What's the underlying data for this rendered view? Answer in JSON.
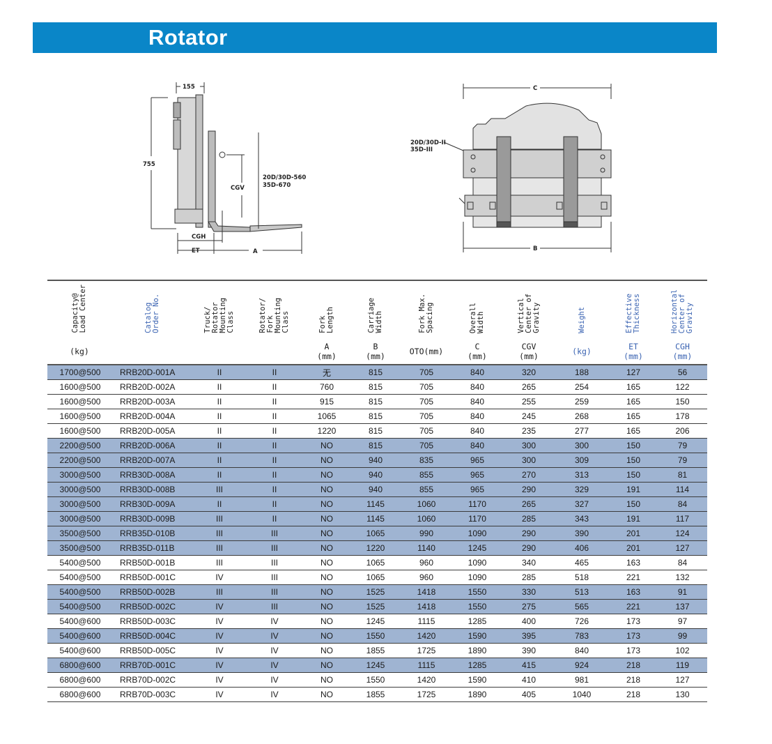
{
  "page": {
    "title": "Rotator"
  },
  "drawing_labels": {
    "side": {
      "width_155": "155",
      "height_755": "755",
      "cgv": "CGV",
      "cgh": "CGH",
      "et": "ET",
      "a": "A",
      "load_line1": "20D/30D-560",
      "load_line2": "35D-670"
    },
    "front": {
      "c": "C",
      "b": "B",
      "class_line1": "20D/30D-II",
      "class_line2": "35D-III"
    }
  },
  "table": {
    "columns": [
      {
        "label": "Capacity@\nLoad Center",
        "unit": "(kg)",
        "blue": false
      },
      {
        "label": "Catalog\nOrder No.",
        "unit": "",
        "blue": true
      },
      {
        "label": "Truck/\nRotator\nMounting\nClass",
        "unit": "",
        "blue": false
      },
      {
        "label": "Rotator/\nFork\nMounting\nClass",
        "unit": "",
        "blue": false
      },
      {
        "label": "Fork\nLength",
        "unit": "A\n(mm)",
        "blue": false
      },
      {
        "label": "Carriage\nWidth",
        "unit": "B\n(mm)",
        "blue": false
      },
      {
        "label": "Fork Max.\nSpacing",
        "unit": "OTO(mm)",
        "blue": false
      },
      {
        "label": "Overall\nWidth",
        "unit": "C\n(mm)",
        "blue": false
      },
      {
        "label": "Vertical\nCenter of\nGravity",
        "unit": "CGV\n(mm)",
        "blue": false
      },
      {
        "label": "Weight",
        "unit": "(kg)",
        "blue": true
      },
      {
        "label": "Effective\nThickness",
        "unit": "ET\n(mm)",
        "blue": true
      },
      {
        "label": "Horizontal\nCenter of\nGravity",
        "unit": "CGH\n(mm)",
        "blue": true
      }
    ],
    "rows": [
      {
        "shaded": true,
        "cells": [
          "1700@500",
          "RRB20D-001A",
          "II",
          "II",
          "无",
          "815",
          "705",
          "840",
          "320",
          "188",
          "127",
          "56"
        ]
      },
      {
        "shaded": false,
        "cells": [
          "1600@500",
          "RRB20D-002A",
          "II",
          "II",
          "760",
          "815",
          "705",
          "840",
          "265",
          "254",
          "165",
          "122"
        ]
      },
      {
        "shaded": false,
        "cells": [
          "1600@500",
          "RRB20D-003A",
          "II",
          "II",
          "915",
          "815",
          "705",
          "840",
          "255",
          "259",
          "165",
          "150"
        ]
      },
      {
        "shaded": false,
        "cells": [
          "1600@500",
          "RRB20D-004A",
          "II",
          "II",
          "1065",
          "815",
          "705",
          "840",
          "245",
          "268",
          "165",
          "178"
        ]
      },
      {
        "shaded": false,
        "cells": [
          "1600@500",
          "RRB20D-005A",
          "II",
          "II",
          "1220",
          "815",
          "705",
          "840",
          "235",
          "277",
          "165",
          "206"
        ]
      },
      {
        "shaded": true,
        "cells": [
          "2200@500",
          "RRB20D-006A",
          "II",
          "II",
          "NO",
          "815",
          "705",
          "840",
          "300",
          "300",
          "150",
          "79"
        ]
      },
      {
        "shaded": true,
        "cells": [
          "2200@500",
          "RRB20D-007A",
          "II",
          "II",
          "NO",
          "940",
          "835",
          "965",
          "300",
          "309",
          "150",
          "79"
        ]
      },
      {
        "shaded": true,
        "cells": [
          "3000@500",
          "RRB30D-008A",
          "II",
          "II",
          "NO",
          "940",
          "855",
          "965",
          "270",
          "313",
          "150",
          "81"
        ]
      },
      {
        "shaded": true,
        "cells": [
          "3000@500",
          "RRB30D-008B",
          "III",
          "II",
          "NO",
          "940",
          "855",
          "965",
          "290",
          "329",
          "191",
          "114"
        ]
      },
      {
        "shaded": true,
        "cells": [
          "3000@500",
          "RRB30D-009A",
          "II",
          "II",
          "NO",
          "1145",
          "1060",
          "1170",
          "265",
          "327",
          "150",
          "84"
        ]
      },
      {
        "shaded": true,
        "cells": [
          "3000@500",
          "RRB30D-009B",
          "III",
          "II",
          "NO",
          "1145",
          "1060",
          "1170",
          "285",
          "343",
          "191",
          "117"
        ]
      },
      {
        "shaded": true,
        "cells": [
          "3500@500",
          "RRB35D-010B",
          "III",
          "III",
          "NO",
          "1065",
          "990",
          "1090",
          "290",
          "390",
          "201",
          "124"
        ]
      },
      {
        "shaded": true,
        "cells": [
          "3500@500",
          "RRB35D-011B",
          "III",
          "III",
          "NO",
          "1220",
          "1140",
          "1245",
          "290",
          "406",
          "201",
          "127"
        ]
      },
      {
        "shaded": false,
        "cells": [
          "5400@500",
          "RRB50D-001B",
          "III",
          "III",
          "NO",
          "1065",
          "960",
          "1090",
          "340",
          "465",
          "163",
          "84"
        ]
      },
      {
        "shaded": false,
        "cells": [
          "5400@500",
          "RRB50D-001C",
          "IV",
          "III",
          "NO",
          "1065",
          "960",
          "1090",
          "285",
          "518",
          "221",
          "132"
        ]
      },
      {
        "shaded": true,
        "cells": [
          "5400@500",
          "RRB50D-002B",
          "III",
          "III",
          "NO",
          "1525",
          "1418",
          "1550",
          "330",
          "513",
          "163",
          "91"
        ]
      },
      {
        "shaded": true,
        "cells": [
          "5400@500",
          "RRB50D-002C",
          "IV",
          "III",
          "NO",
          "1525",
          "1418",
          "1550",
          "275",
          "565",
          "221",
          "137"
        ]
      },
      {
        "shaded": false,
        "cells": [
          "5400@600",
          "RRB50D-003C",
          "IV",
          "IV",
          "NO",
          "1245",
          "1115",
          "1285",
          "400",
          "726",
          "173",
          "97"
        ]
      },
      {
        "shaded": true,
        "cells": [
          "5400@600",
          "RRB50D-004C",
          "IV",
          "IV",
          "NO",
          "1550",
          "1420",
          "1590",
          "395",
          "783",
          "173",
          "99"
        ]
      },
      {
        "shaded": false,
        "cells": [
          "5400@600",
          "RRB50D-005C",
          "IV",
          "IV",
          "NO",
          "1855",
          "1725",
          "1890",
          "390",
          "840",
          "173",
          "102"
        ]
      },
      {
        "shaded": true,
        "cells": [
          "6800@600",
          "RRB70D-001C",
          "IV",
          "IV",
          "NO",
          "1245",
          "1115",
          "1285",
          "415",
          "924",
          "218",
          "119"
        ]
      },
      {
        "shaded": false,
        "cells": [
          "6800@600",
          "RRB70D-002C",
          "IV",
          "IV",
          "NO",
          "1550",
          "1420",
          "1590",
          "410",
          "981",
          "218",
          "127"
        ]
      },
      {
        "shaded": false,
        "cells": [
          "6800@600",
          "RRB70D-003C",
          "IV",
          "IV",
          "NO",
          "1855",
          "1725",
          "1890",
          "405",
          "1040",
          "218",
          "130"
        ]
      }
    ]
  }
}
